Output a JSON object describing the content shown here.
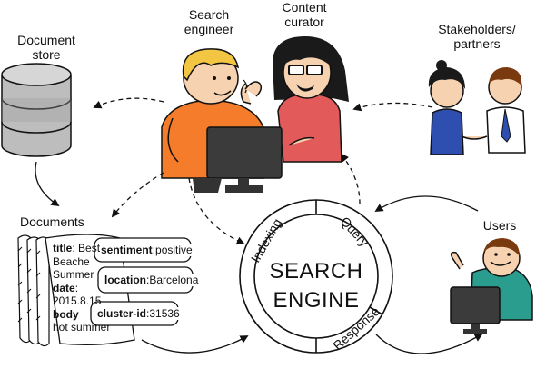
{
  "labels": {
    "document_store": [
      "Document",
      "store"
    ],
    "search_engineer": [
      "Search",
      "engineer"
    ],
    "content_curator": [
      "Content",
      "curator"
    ],
    "stakeholders": [
      "Stakeholders/",
      "partners"
    ],
    "documents": "Documents",
    "users": "Users"
  },
  "engine": {
    "title_line1": "SEARCH",
    "title_line2": "ENGINE",
    "segments": [
      "Indexing",
      "Query",
      "Response"
    ]
  },
  "document_fields": {
    "title_key": "title",
    "title_value": ": Best",
    "title_cont1": "Beache",
    "title_cont2": "Summer",
    "date_key": "date",
    "date_value": ":",
    "date_cont": "2015.8.15",
    "body_key": "body",
    "body_cont": "hot summer",
    "sentiment_key": "sentiment",
    "sentiment_value": ":positive",
    "location_key": "location",
    "location_value": ":Barcelona",
    "cluster_key": "cluster-id",
    "cluster_value": ":31536"
  },
  "colors": {
    "engineer_shirt": "#f47c2a",
    "curator_shirt": "#e25a5a",
    "user_shirt": "#2a9d8f",
    "stakeholder_dress": "#2e4fb0",
    "skin": "#f6d2b0",
    "hair_blond": "#f2c542",
    "hair_dark": "#1a1a1a",
    "hair_brown": "#7a3a10",
    "monitor": "#333333",
    "database": "#bdbdbd"
  },
  "icons": [
    "database-icon",
    "document-stack-icon",
    "monitor-icon"
  ]
}
